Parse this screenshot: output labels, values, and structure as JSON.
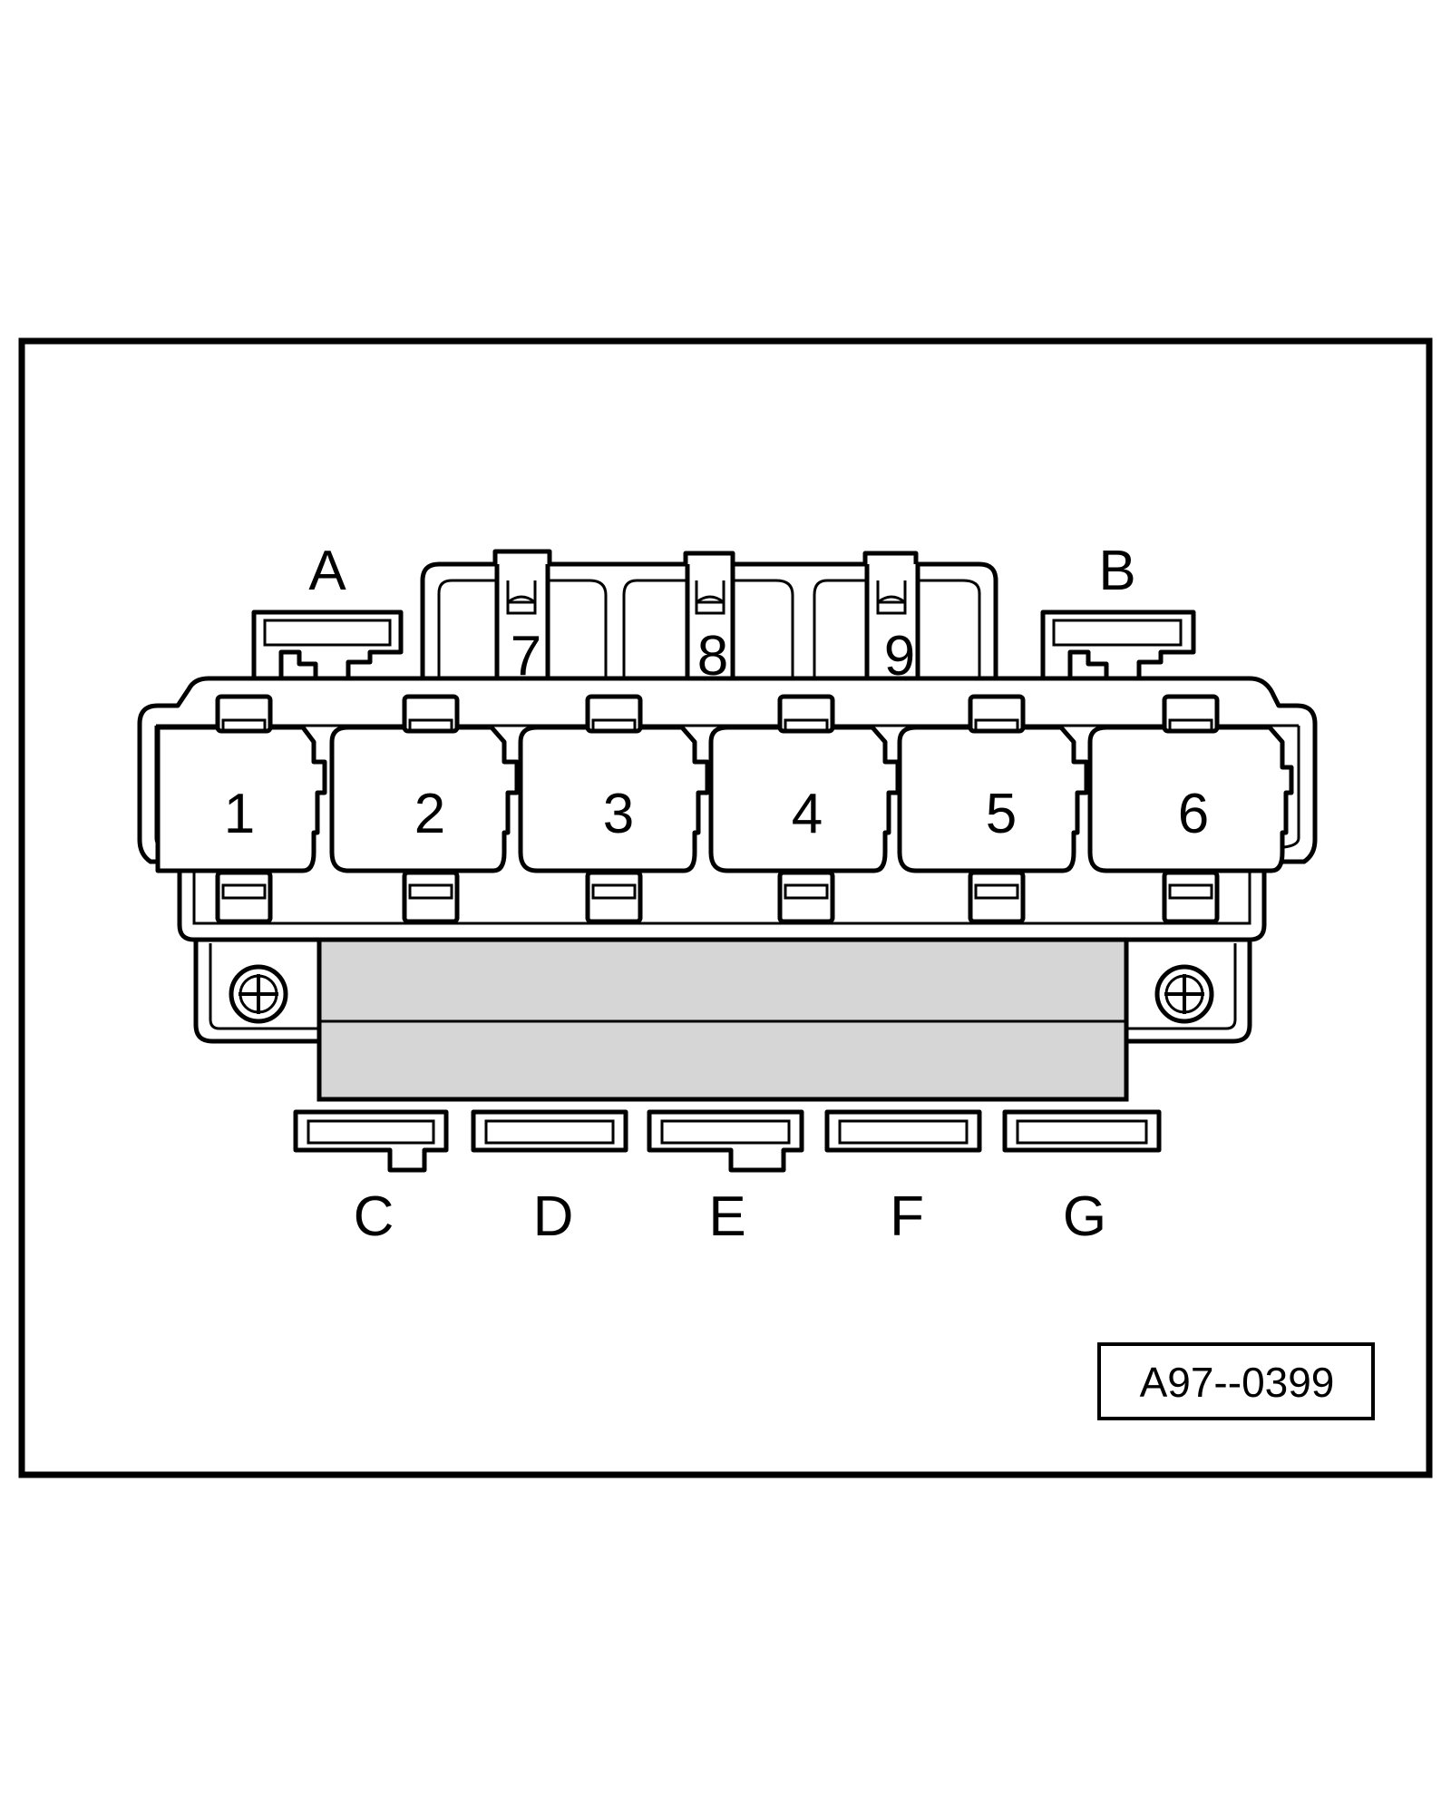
{
  "figure_id": "A97--0399",
  "relays": [
    "1",
    "2",
    "3",
    "4",
    "5",
    "6"
  ],
  "upper_relays": [
    "7",
    "8",
    "9"
  ],
  "top_fuses": [
    "A",
    "B"
  ],
  "bottom_fuses": [
    "C",
    "D",
    "E",
    "F",
    "G"
  ],
  "colors": {
    "stroke": "#000000",
    "background": "#ffffff",
    "base_fill": "#d6d6d6"
  }
}
